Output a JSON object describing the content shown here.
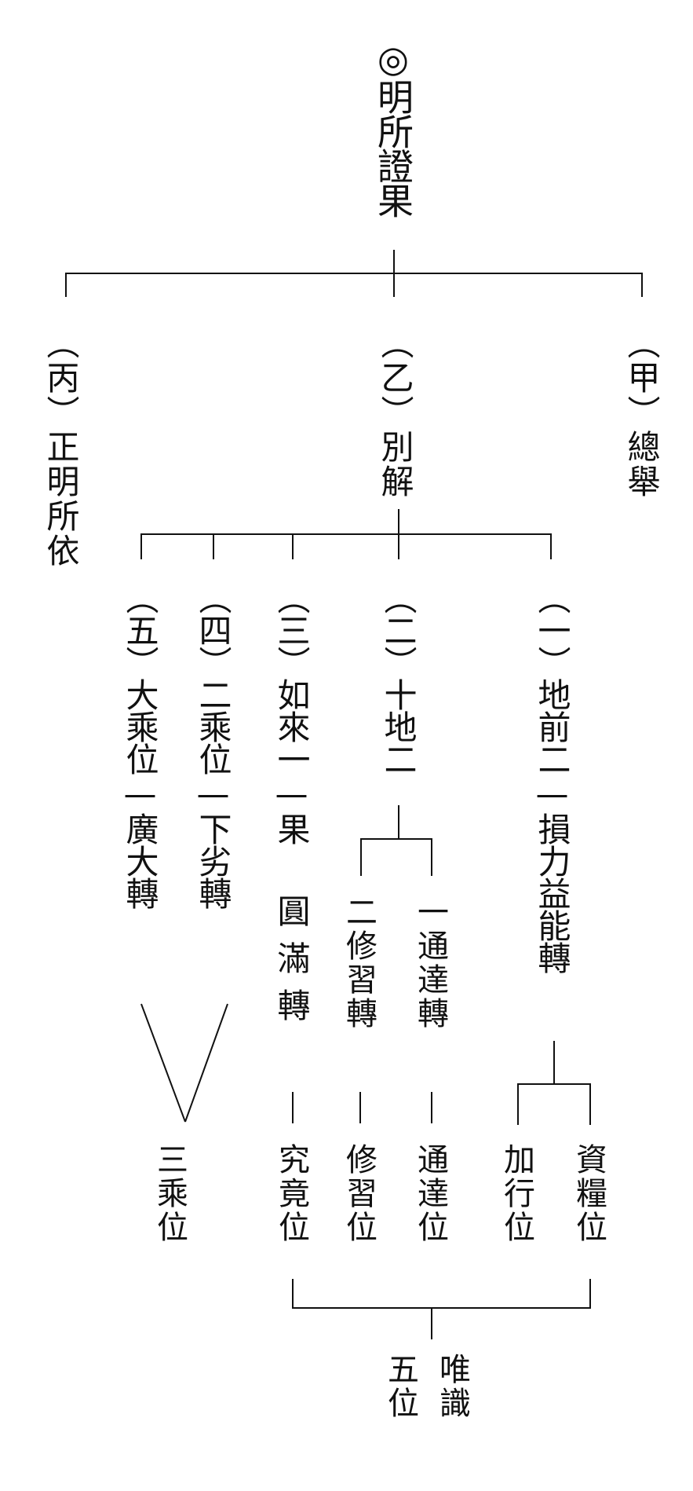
{
  "root": "◎明所證果",
  "branches": {
    "jia": "（甲）總舉",
    "yi": "（乙）別解",
    "bing": "（丙）正明所依"
  },
  "sub": {
    "s1": "（一）地前二—損力益能轉",
    "s2": "（二）十地二",
    "s3": "（三）如來一—果",
    "s3b": "圓滿轉",
    "s4": "（四）二乘位—下劣轉",
    "s5": "（五）大乘位—廣大轉"
  },
  "leaves": {
    "zi_liang": "資糧位",
    "jia_xing": "加行位",
    "tong_da_zhuan": "一通達轉",
    "xiu_xi_zhuan": "二修習轉",
    "tong_da_wei": "通達位",
    "xiu_xi_wei": "修習位",
    "jiu_jing_wei": "究竟位",
    "san_cheng_wei": "三乘位"
  },
  "bottom": {
    "wei_shi": "唯識",
    "wu_wei": "五位"
  },
  "colors": {
    "ink": "#111111",
    "background": "#ffffff"
  }
}
